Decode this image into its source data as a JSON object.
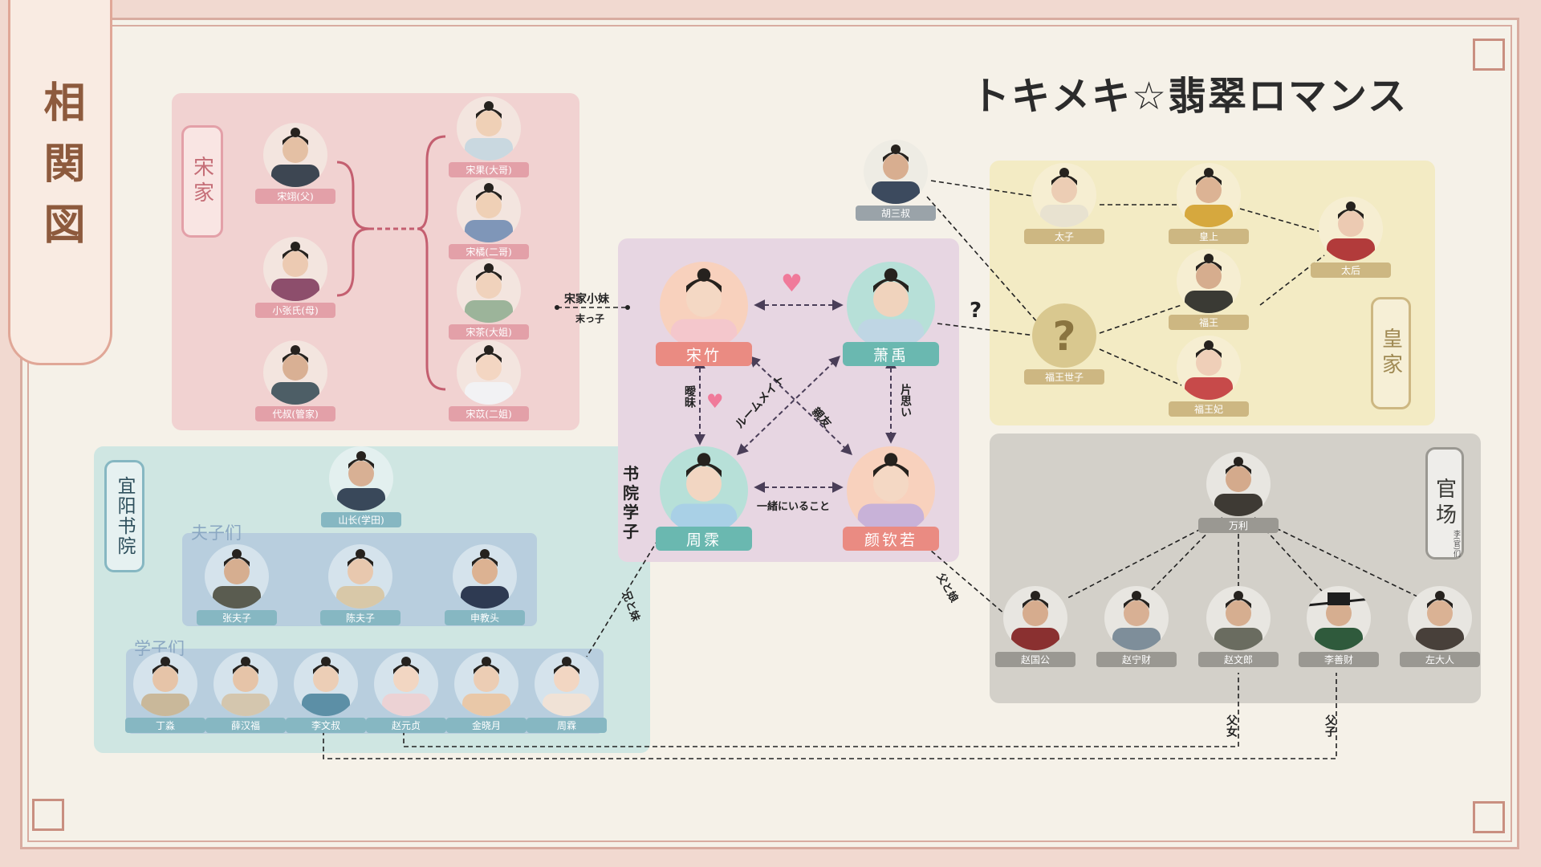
{
  "page": {
    "title": "トキメキ☆翡翠ロマンス",
    "banner": "相関図"
  },
  "groups": {
    "song_family": "宋家",
    "royal_family": "皇家",
    "academy": "宜阳书院",
    "officials": "官场",
    "officials_sub": "李(官)们",
    "academy_students_center": "书院学子",
    "masters": "夫子们",
    "students": "学子们"
  },
  "people": {
    "song_father": "宋翊(父)",
    "song_mother": "小张氏(母)",
    "dai_shu": "代叔(管家)",
    "song_guo": "宋果(大哥)",
    "song_ju": "宋橘(二哥)",
    "song_cha": "宋茶(大姐)",
    "song_ling": "宋苡(二姐)",
    "hu_sanshu": "胡三叔",
    "taizi": "太子",
    "huangshang": "皇上",
    "taihou": "太后",
    "fuwang": "福王",
    "fuwang_shizi": "福王世子",
    "fuwang_fei": "福王妃",
    "song_zhu": "宋竹",
    "xiao_yu": "萧禹",
    "zhou_li": "周霂",
    "yan_qinruo": "颜钦若",
    "shanzhang": "山长(学田)",
    "zhang_fuzi": "张夫子",
    "chen_fuzi": "陈夫子",
    "shen_jiaotou": "申教头",
    "ding_miao": "丁淼",
    "xue_hanfu": "薛汉福",
    "li_wenshu": "李文叔",
    "zhao_yuanzhen": "赵元贞",
    "jin_xiaoyue": "金晓月",
    "zhou_lin": "周霖",
    "wan_li": "万利",
    "zhao_guogong": "赵国公",
    "zhao_ningcai": "赵宁财",
    "zhao_wenlang": "赵文郎",
    "li_shancai": "李善财",
    "zuo_daren": "左大人"
  },
  "relations": {
    "song_youngest": "宋家小妹",
    "youngest_child": "末っ子",
    "ambiguous": "曖昧",
    "unrequited": "片思い",
    "roommate": "ルームメイト",
    "best_friend": "親友",
    "together": "一緒にいること",
    "siblings": "兄と妹",
    "father_daughter_1": "父と娘",
    "father_daughter_2": "父女",
    "father_son": "父子",
    "question": "?"
  },
  "colors": {
    "song_bg": "#f1d2d1",
    "royal_bg": "#f3ebc4",
    "academy_bg": "#cfe6e2",
    "center_bg": "#e7d6e2",
    "official_bg": "#d3d0c9",
    "masters_bg": "#b8cede",
    "pink_tag": "#e3a0a8",
    "gold_tag": "#cdb782",
    "teal_tag": "#86b7c2",
    "gray_tag": "#9a9892"
  }
}
